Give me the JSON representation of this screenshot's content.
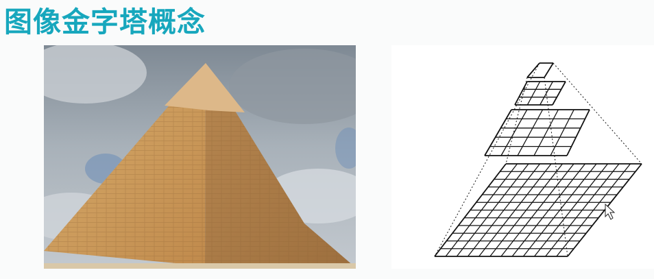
{
  "slide": {
    "title": "图像金字塔概念"
  },
  "photo": {
    "subject": "pyramid-photo",
    "sky_color": "#a9b2ba",
    "stone_color": "#c99a5a"
  },
  "diagram": {
    "subject": "image-pyramid-grid-diagram",
    "levels": [
      {
        "grid": 1
      },
      {
        "grid": 3
      },
      {
        "grid": 5
      },
      {
        "grid": 12
      }
    ],
    "line_color": "#111111"
  },
  "cursor": {
    "icon": "mouse-pointer-icon"
  }
}
